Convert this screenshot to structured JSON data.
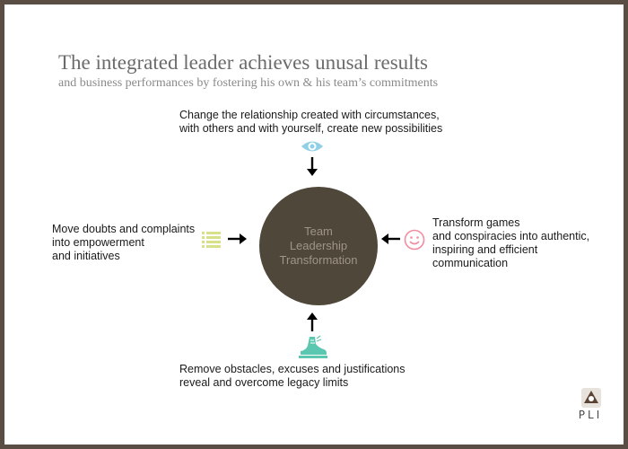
{
  "title": "The integrated leader achieves unusal results",
  "subtitle": "and business performances by fostering his own & his team’s commitments",
  "center": {
    "lines": [
      "Team",
      "Leadership",
      "Transformation"
    ]
  },
  "top": {
    "lines": [
      "Change the relationship created with circumstances,",
      "with others and with yourself, create new possibilities"
    ],
    "icon": "eye-icon"
  },
  "left": {
    "lines": [
      "Move doubts and complaints",
      "into empowerment",
      "and initiatives"
    ],
    "icon": "list-icon"
  },
  "right": {
    "lines": [
      "Transform games",
      "and conspiracies into authentic,",
      "inspiring and efficient",
      "communication"
    ],
    "icon": "smiley-icon"
  },
  "bottom": {
    "lines": [
      "Remove obstacles, excuses and justifications",
      "reveal and overcome legacy limits"
    ],
    "icon": "running-shoe-icon"
  },
  "logo": {
    "text": "PLI",
    "icon": "logo-icon"
  },
  "colors": {
    "circle": "#4f4739",
    "eye": "#8fd0e6",
    "list": "#d8e08a",
    "smiley": "#f28da0",
    "shoe": "#5cc7b0"
  }
}
